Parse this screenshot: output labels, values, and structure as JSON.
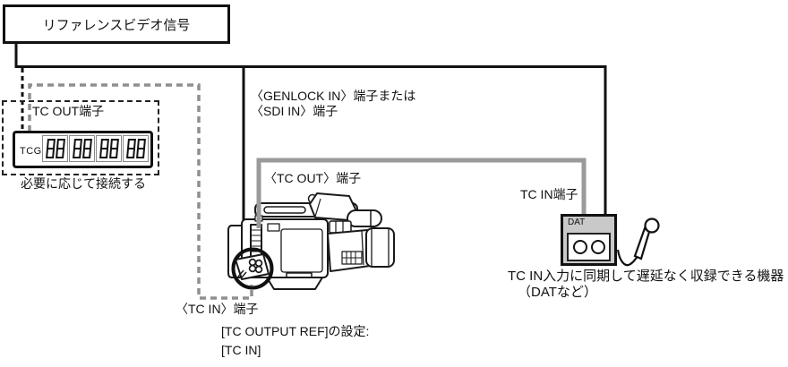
{
  "reference_box": {
    "label": "リファレンスビデオ信号"
  },
  "tcg_unit": {
    "terminal_label": "TC OUT端子",
    "device_label": "TCG",
    "display_value": "88 88 88 88",
    "note": "必要に応じて接続する"
  },
  "camera_unit": {
    "genlock_line1": "〈GENLOCK IN〉端子または",
    "genlock_line2": "〈SDI IN〉端子",
    "tc_out_label": "〈TC OUT〉端子",
    "tc_in_label": "〈TC IN〉端子",
    "setting_line1": "[TC OUTPUT REF]の設定:",
    "setting_line2": "[TC IN]"
  },
  "dat_unit": {
    "terminal_label": "TC IN端子",
    "device_label": "DAT",
    "caption_line1": "TC IN入力に同期して遅延なく収録できる機器",
    "caption_line2": "（DATなど）"
  },
  "colors": {
    "line_black": "#111111",
    "cable_gray": "#9a9a9a",
    "dashed_gray": "#8f8f8f",
    "dat_fill": "#c9c9c9"
  }
}
